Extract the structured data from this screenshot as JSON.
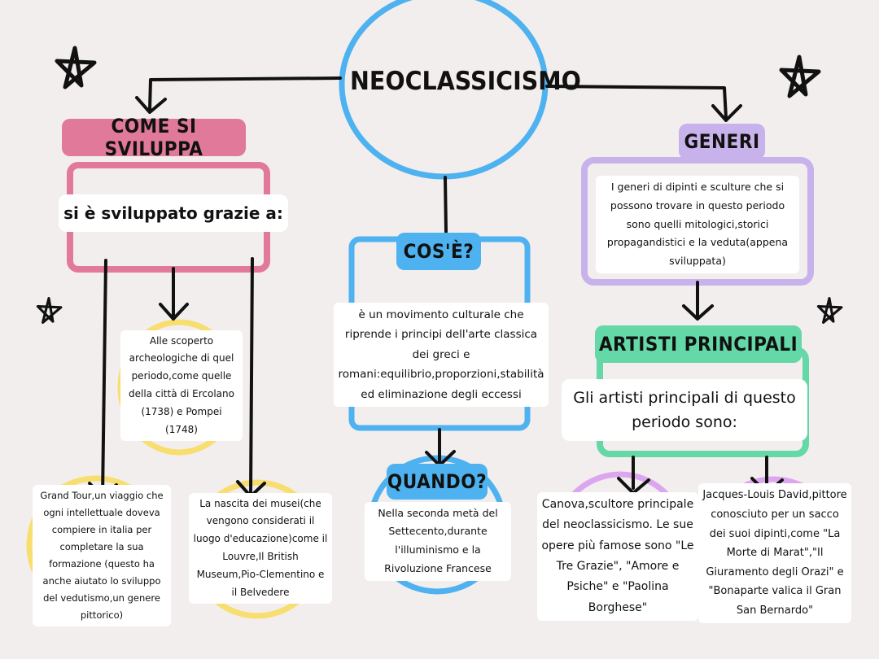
{
  "center": {
    "title": "NEOCLASSICISMO"
  },
  "left": {
    "heading": "COME SI SVILUPPA",
    "intro": "si è sviluppato grazie a:",
    "item_scoperte": "Alle scoperto archeologiche di quel periodo,come quelle della città di Ercolano (1738) e Pompei (1748)",
    "item_grand_tour": "Grand Tour,un viaggio che ogni intellettuale doveva compiere in italia per completare la sua formazione (questo ha anche aiutato lo sviluppo del vedutismo,un genere pittorico)",
    "item_musei": "La nascita dei musei(che vengono considerati il luogo d'educazione)come il Louvre,Il British Museum,Pio-Clementino e il Belvedere"
  },
  "middle": {
    "what_heading": "COS'È?",
    "what_text": "è un movimento culturale che riprende i principi dell'arte classica dei greci e romani:equilibrio,proporzioni,stabilità ed eliminazione degli eccessi",
    "when_heading": "QUANDO?",
    "when_text": "Nella seconda metà del Settecento,durante l'illuminismo e la Rivoluzione Francese"
  },
  "right": {
    "genres_heading": "GENERI",
    "genres_text": "I generi di dipinti e sculture che si possono trovare in questo periodo sono quelli mitologici,storici propagandistici e la veduta(appena sviluppata)",
    "artists_heading": "ARTISTI PRINCIPALI",
    "artists_intro": "Gli artisti principali di questo periodo sono:",
    "artist_canova": "Canova,scultore principale del neoclassicismo. Le sue opere più famose sono \"Le Tre Grazie\", \"Amore e Psiche\" e \"Paolina Borghese\"",
    "artist_david": "Jacques-Louis David,pittore conosciuto per un sacco dei suoi dipinti,come \"La Morte di Marat\",\"Il Giuramento degli Orazi\" e \"Bonaparte valica il Gran San Bernardo\""
  },
  "colors": {
    "background": "#f3eeee",
    "blue": "#4db2ef",
    "pink": "#e0799a",
    "yellow": "#f7de6e",
    "lilac": "#c8b2ec",
    "green": "#64d8a6",
    "violet": "#dca6ee"
  },
  "icons": [
    "star-icon",
    "arrow-down-icon"
  ]
}
